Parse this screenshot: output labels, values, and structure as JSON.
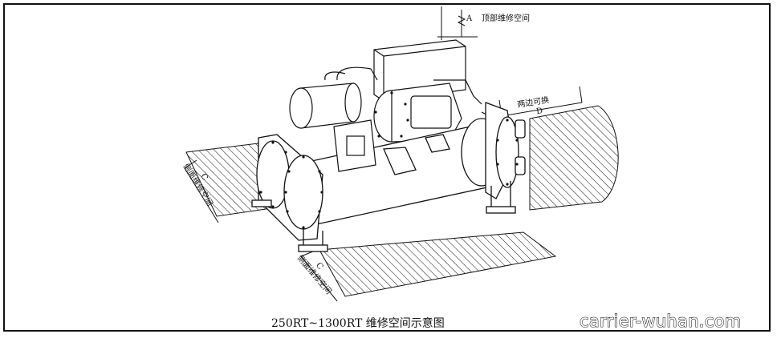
{
  "labels": {
    "top_letter": "A",
    "top_text": "顶部维修空间",
    "right_letter": "D",
    "right_text": "两边可换",
    "left_letter": "C",
    "left_text": "侧面维修空间",
    "bottom_letter": "C",
    "bottom_text": "侧面维修空间"
  },
  "caption": "250RT~1300RT 维修空间示意图",
  "watermark": "carrier-wuhan.com"
}
